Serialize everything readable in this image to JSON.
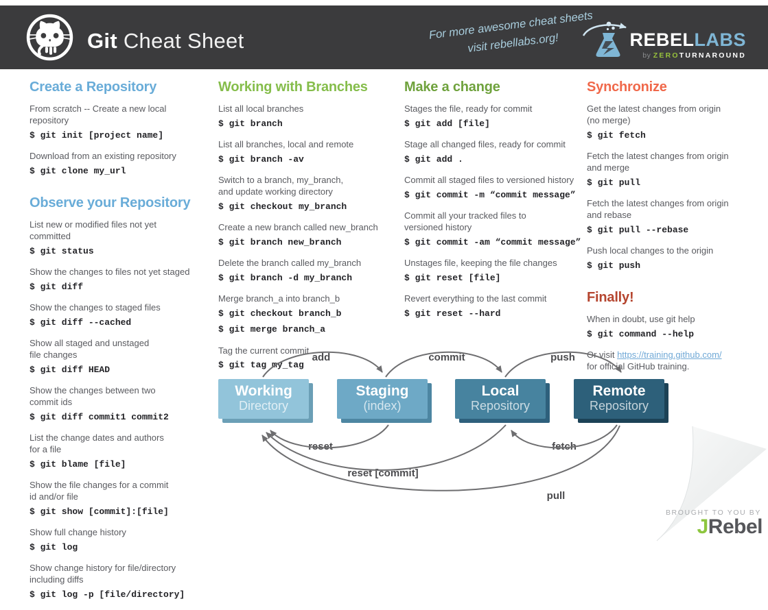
{
  "header": {
    "title_bold": "Git",
    "title_rest": " Cheat Sheet",
    "note_line1": "For more awesome cheat sheets",
    "note_line2": "visit rebellabs.org!",
    "logo": {
      "rebel": "REBEL",
      "labs": "LABS",
      "by": "by ",
      "zero": "ZERO",
      "turnaround": "TURNAROUND"
    }
  },
  "colors": {
    "header_bg": "#3b3b3d",
    "heading_blue": "#69acd8",
    "heading_green": "#85bd4b",
    "heading_olive": "#6fa23d",
    "heading_orange": "#f0684a",
    "heading_red": "#b5452f",
    "link_blue": "#6fa8d6",
    "jrebel_green": "#8dc63f"
  },
  "columns": [
    {
      "sections": [
        {
          "title": "Create a Repository",
          "color": "#69acd8",
          "items": [
            {
              "desc": "From scratch -- Create a new local\nrepository",
              "cmds": [
                "$ git init [project name]"
              ]
            },
            {
              "desc": "Download from an existing repository",
              "cmds": [
                "$ git clone my_url"
              ]
            }
          ]
        },
        {
          "title": "Observe your Repository",
          "color": "#69acd8",
          "items": [
            {
              "desc": "List new or modified files not yet\ncommitted",
              "cmds": [
                "$ git status"
              ]
            },
            {
              "desc": "Show the changes to files not yet staged",
              "cmds": [
                "$ git diff"
              ]
            },
            {
              "desc": "Show the changes to staged files",
              "cmds": [
                "$ git diff --cached"
              ]
            },
            {
              "desc": "Show all staged and unstaged\nfile changes",
              "cmds": [
                "$ git diff HEAD"
              ]
            },
            {
              "desc": "Show the changes between two\ncommit ids",
              "cmds": [
                "$ git diff commit1 commit2"
              ]
            },
            {
              "desc": "List the change dates and authors\nfor a file",
              "cmds": [
                "$ git blame [file]"
              ]
            },
            {
              "desc": "Show the file changes for a commit\nid and/or file",
              "cmds": [
                "$ git show [commit]:[file]"
              ]
            },
            {
              "desc": "Show full change history",
              "cmds": [
                "$ git log"
              ]
            },
            {
              "desc": "Show change history for file/directory\nincluding diffs",
              "cmds": [
                "$ git log -p [file/directory]"
              ]
            }
          ]
        }
      ]
    },
    {
      "sections": [
        {
          "title": "Working with Branches",
          "color": "#85bd4b",
          "items": [
            {
              "desc": "List all local branches",
              "cmds": [
                "$ git branch"
              ]
            },
            {
              "desc": "List all branches, local and remote",
              "cmds": [
                "$ git branch -av"
              ]
            },
            {
              "desc": "Switch to a branch, my_branch,\nand update working directory",
              "cmds": [
                "$ git checkout my_branch"
              ]
            },
            {
              "desc": "Create a new branch called new_branch",
              "cmds": [
                "$ git branch new_branch"
              ]
            },
            {
              "desc": "Delete the branch called my_branch",
              "cmds": [
                "$ git branch -d my_branch"
              ]
            },
            {
              "desc": "Merge branch_a into branch_b",
              "cmds": [
                "$ git checkout branch_b",
                "$ git merge branch_a"
              ]
            },
            {
              "desc": "Tag the current commit",
              "cmds": [
                "$ git tag my_tag"
              ]
            }
          ]
        }
      ]
    },
    {
      "sections": [
        {
          "title": "Make a change",
          "color": "#6fa23d",
          "items": [
            {
              "desc": "Stages the file, ready for commit",
              "cmds": [
                "$ git add [file]"
              ]
            },
            {
              "desc": "Stage all changed files, ready for commit",
              "cmds": [
                "$ git add ."
              ]
            },
            {
              "desc": "Commit all staged files to versioned history",
              "cmds": [
                "$ git commit -m “commit message”"
              ]
            },
            {
              "desc": "Commit all your tracked files to\nversioned history",
              "cmds": [
                "$ git commit -am “commit message”"
              ]
            },
            {
              "desc": "Unstages file, keeping the file changes",
              "cmds": [
                "$ git reset [file]"
              ]
            },
            {
              "desc": "Revert everything to the last commit",
              "cmds": [
                "$ git reset --hard"
              ]
            }
          ]
        }
      ]
    },
    {
      "sections": [
        {
          "title": "Synchronize",
          "color": "#f0684a",
          "items": [
            {
              "desc": "Get the latest changes from origin\n(no merge)",
              "cmds": [
                "$ git fetch"
              ]
            },
            {
              "desc": "Fetch the latest changes from origin\nand merge",
              "cmds": [
                "$ git pull"
              ]
            },
            {
              "desc": "Fetch the latest changes from origin\nand rebase",
              "cmds": [
                "$ git pull --rebase"
              ]
            },
            {
              "desc": "Push local changes to the origin",
              "cmds": [
                "$ git push"
              ]
            }
          ]
        },
        {
          "title": "Finally!",
          "color": "#b5452f",
          "items": [
            {
              "desc": "When in doubt, use git help",
              "cmds": [
                "$ git command --help"
              ]
            },
            {
              "note": {
                "before": "Or visit ",
                "link": "https://training.github.com/",
                "after": "for official GitHub training."
              }
            }
          ]
        }
      ]
    }
  ],
  "diagram": {
    "boxes": [
      {
        "line1": "Working",
        "line2": "Directory",
        "fill": "#92c4da",
        "shadow": "#6b9fb6"
      },
      {
        "line1": "Staging",
        "line2": "(index)",
        "fill": "#6ea9c6",
        "shadow": "#4d86a2"
      },
      {
        "line1": "Local",
        "line2": "Repository",
        "fill": "#47839f",
        "shadow": "#2e607c"
      },
      {
        "line1": "Remote",
        "line2": "Repository",
        "fill": "#2d607a",
        "shadow": "#1c4256"
      }
    ],
    "labels": {
      "add": "add",
      "commit": "commit",
      "push": "push",
      "reset": "reset",
      "fetch": "fetch",
      "reset_commit": "reset [commit]",
      "pull": "pull"
    },
    "arrow_color": "#6e6e70"
  },
  "footer": {
    "brought": "BROUGHT TO YOU BY",
    "jrebel_j": "J",
    "jrebel_rest": "Rebel"
  }
}
